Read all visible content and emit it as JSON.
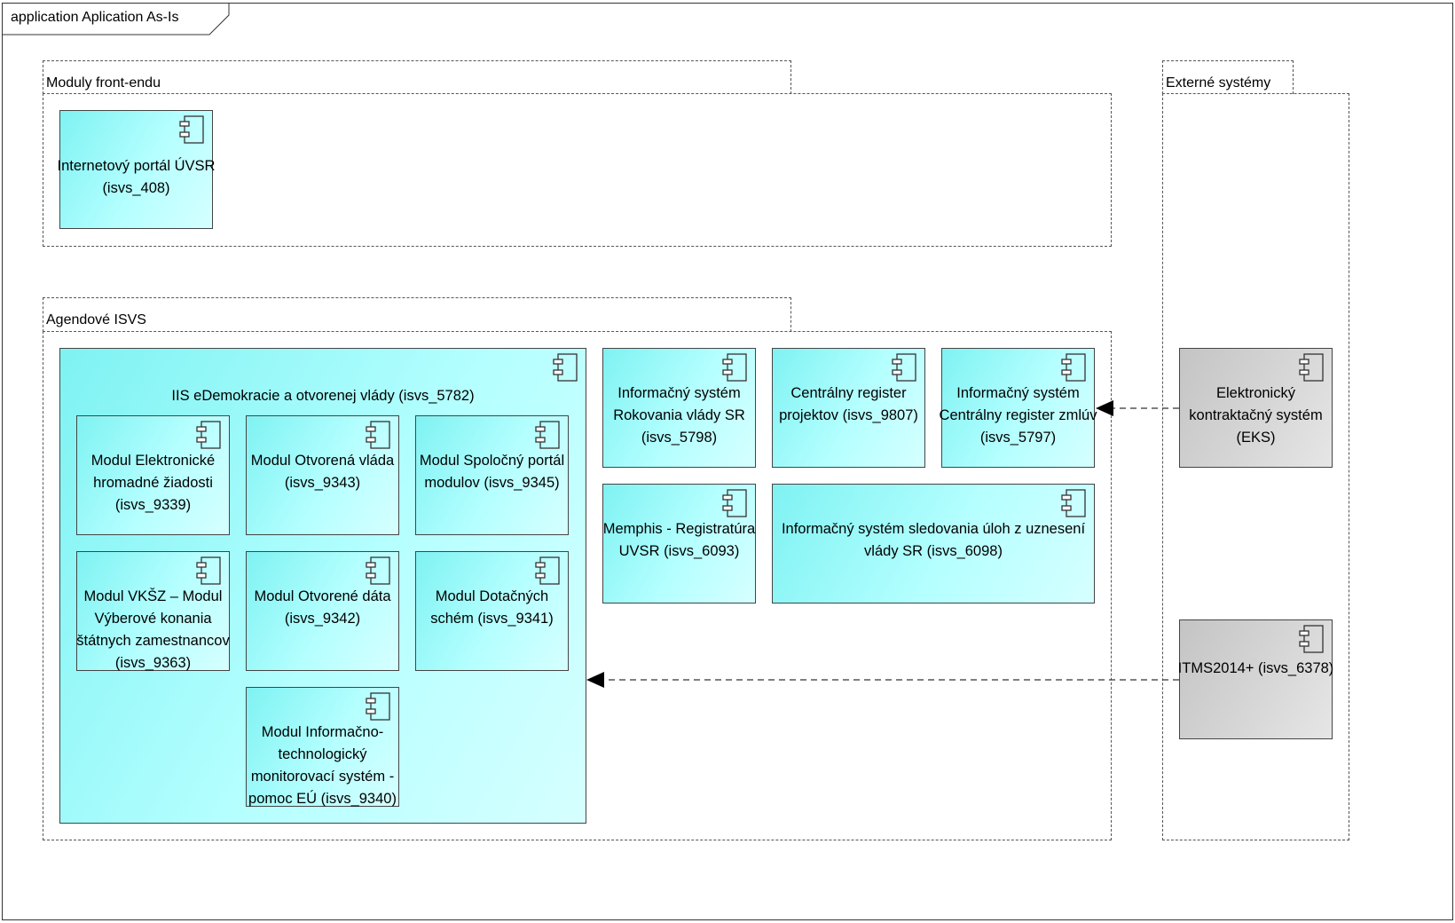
{
  "diagram": {
    "frame_title": "application Aplication As-Is",
    "icon": "uml-component-icon",
    "packages": {
      "frontend": "Moduly front-endu",
      "agendove": "Agendové ISVS",
      "externe": "Externé systémy"
    },
    "components": {
      "internet_portal": "Internetový portál ÚVSR (isvs_408)",
      "iis": "IIS eDemokracie a otvorenej vlády (isvs_5782)",
      "m9339": "Modul Elektronické hromadné žiadosti (isvs_9339)",
      "m9343": "Modul Otvorená vláda (isvs_9343)",
      "m9345": "Modul Spoločný portál modulov (isvs_9345)",
      "m9363": "Modul VKŠZ – Modul Výberové konania štátnych zamestnancov (isvs_9363)",
      "m9342": "Modul Otvorené dáta (isvs_9342)",
      "m9341": "Modul Dotačných schém (isvs_9341)",
      "m9340": "Modul Informačno-technologický monitorovací systém - pomoc EÚ (isvs_9340)",
      "is5798": "Informačný systém Rokovania vlády SR (isvs_5798)",
      "crp9807": "Centrálny register projektov (isvs_9807)",
      "is5797": "Informačný systém Centrálny register zmlúv (isvs_5797)",
      "memphis": "Memphis - Registratúra UVSR (isvs_6093)",
      "is6098": "Informačný systém sledovania úloh z uznesení vlády SR (isvs_6098)",
      "eks": "Elektronický kontraktačný systém (EKS)",
      "itms": "ITMS2014+ (isvs_6378)"
    },
    "dependencies": [
      {
        "from": "Elektronický kontraktačný systém (EKS)",
        "to": "Informačný systém Centrálny register zmlúv (isvs_5797)"
      },
      {
        "from": "ITMS2014+ (isvs_6378)",
        "to": "IIS eDemokracie a otvorenej vlády (isvs_5782)"
      }
    ],
    "colors": {
      "component_fill": "#b5ffff",
      "external_fill": "#d3d3d3",
      "border": "#444444"
    }
  }
}
